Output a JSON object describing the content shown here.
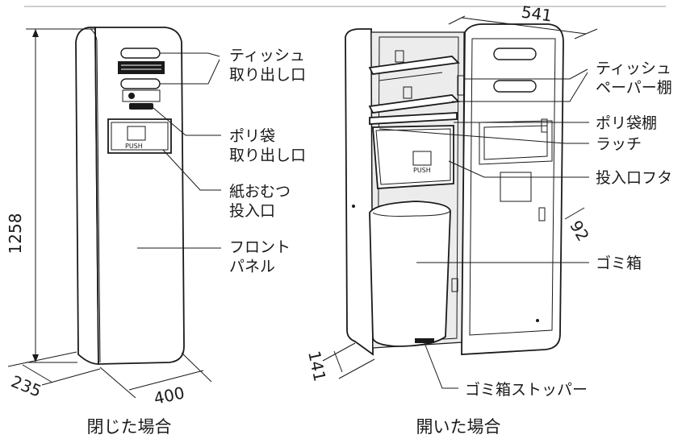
{
  "closed": {
    "caption": "閉じた場合",
    "dim_height": "1258",
    "dim_depth": "235",
    "dim_width": "400",
    "push_label": "PUSH",
    "labels": {
      "tissue_1": "ティッシュ",
      "tissue_2": "取り出し口",
      "bag_1": "ポリ袋",
      "bag_2": "取り出し口",
      "diaper_1": "紙おむつ",
      "diaper_2": "投入口",
      "panel_1": "フロント",
      "panel_2": "パネル"
    }
  },
  "open": {
    "caption": "開いた場合",
    "dim_width": "541",
    "dim_door": "92",
    "dim_bin": "141",
    "push_label": "PUSH",
    "labels": {
      "shelf_1": "ティッシュ",
      "shelf_2": "ペーパー棚",
      "bag_shelf": "ポリ袋棚",
      "latch": "ラッチ",
      "lid": "投入口フタ",
      "bin": "ゴミ箱",
      "stopper": "ゴミ箱ストッパー"
    }
  }
}
